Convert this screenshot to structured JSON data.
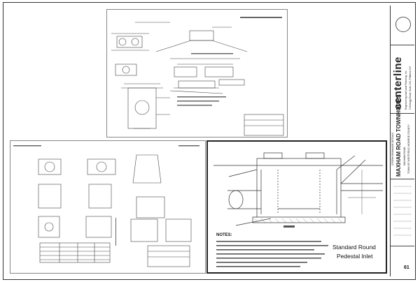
{
  "titleblock": {
    "brand": "centerline",
    "brand_sub_1": "Engineering and Land Planning, Inc.",
    "brand_sub_2": "2 Kellogg Road, Suite 100, Pittsford, NY",
    "project_label": "STORM DRAINAGE DETAILS",
    "project_name": "MAXHAM ROAD TOWNHOMES",
    "project_sub_1": "MAXHAM ROAD",
    "project_sub_2": "TOWN OF WESTFIELD, MONROE COUNTY",
    "sheet_number": "61"
  },
  "right_panel": {
    "caption_line_1": "Standard Round",
    "caption_line_2": "Pedestal Inlet",
    "notes_title": "NOTES:"
  }
}
